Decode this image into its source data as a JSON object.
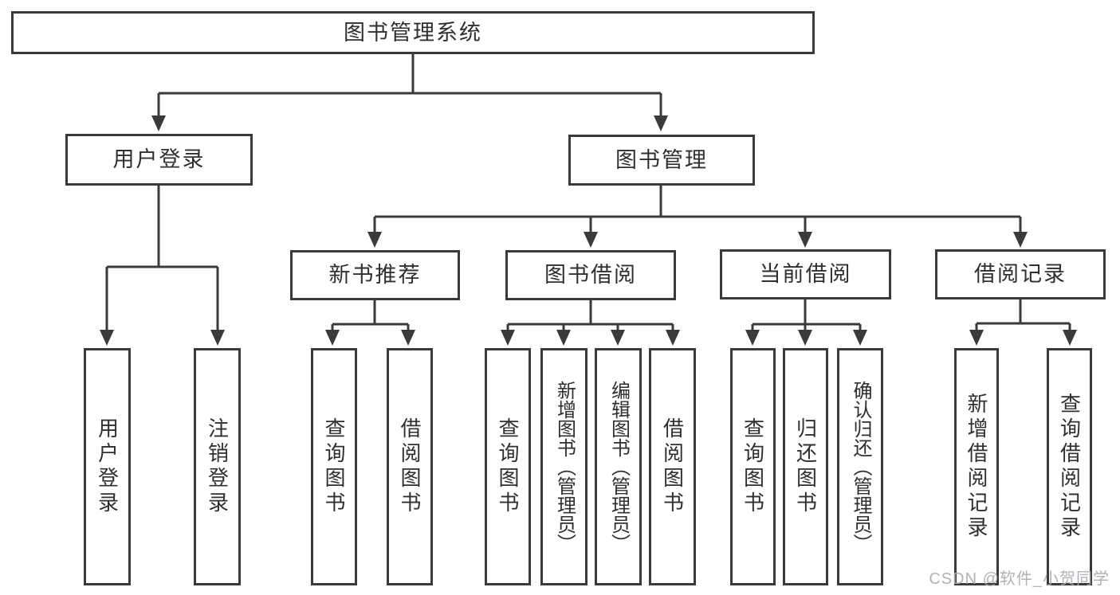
{
  "title": "图书管理系统",
  "level2": {
    "user_login": "用户登录",
    "book_mgmt": "图书管理"
  },
  "level3": {
    "new_books": "新书推荐",
    "book_borrow": "图书借阅",
    "current_borrow": "当前借阅",
    "borrow_records": "借阅记录"
  },
  "leaves": {
    "user_login": "用户登录",
    "logout": "注销登录",
    "nb_query": "查询图书",
    "nb_borrow": "借阅图书",
    "bb_query": "查询图书",
    "bb_add": "新增图书（管理员）",
    "bb_edit": "编辑图书（管理员）",
    "bb_borrow": "借阅图书",
    "cb_query": "查询图书",
    "cb_return": "归还图书",
    "cb_confirm": "确认归还（管理员）",
    "br_add": "新增借阅记录",
    "br_query": "查询借阅记录"
  },
  "watermark": "CSDN @软件_小贺同学",
  "colors": {
    "line": "#3a3a3a",
    "text": "#2f2f2f",
    "watermark": "#a9a9b0",
    "background": "#ffffff"
  }
}
